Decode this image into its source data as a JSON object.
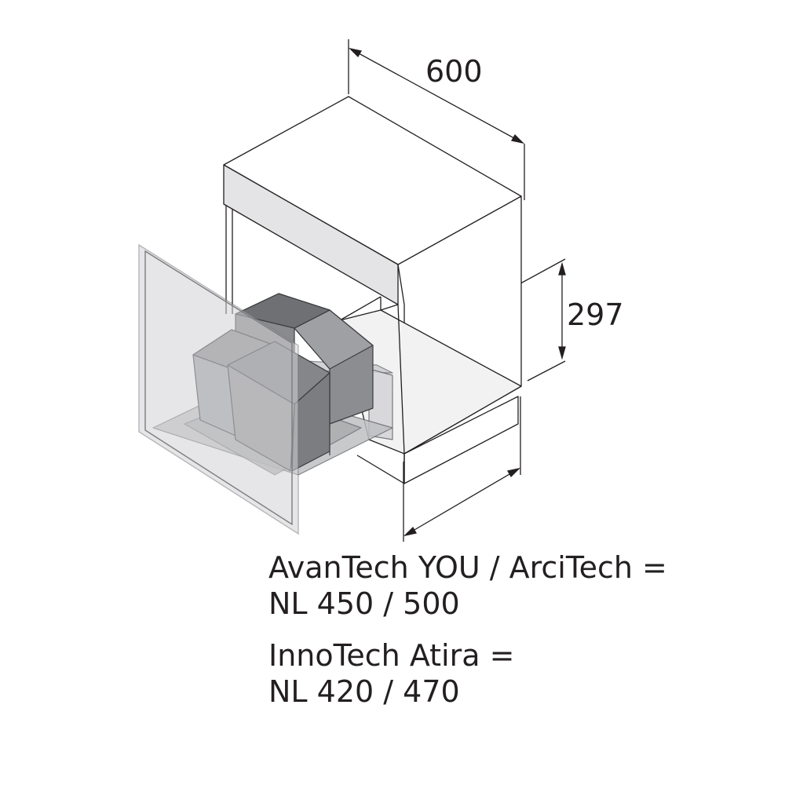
{
  "dimensions": {
    "width": "600",
    "height": "297"
  },
  "specs": [
    {
      "line1": "AvanTech YOU / ArciTech =",
      "line2": "NL 450 / 500"
    },
    {
      "line1": "InnoTech Atira =",
      "line2": "NL 420 / 470"
    }
  ],
  "colors": {
    "line": "#231f20",
    "bin_dark": "#7a7b7e",
    "bin_light": "#9d9ea1",
    "front_panel": "#d9d9db",
    "cabinet_face": "#ffffff"
  }
}
